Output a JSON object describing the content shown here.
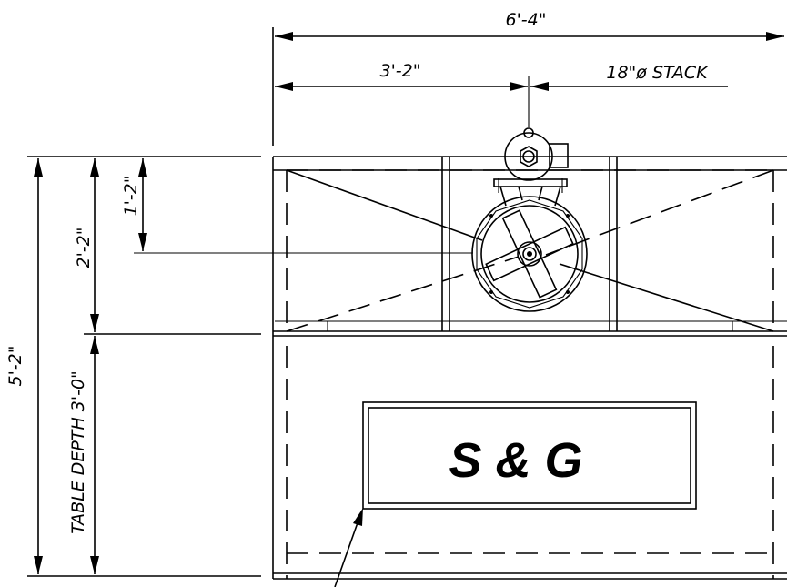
{
  "dimensions": {
    "overall_width": "6'-4\"",
    "half_width": "3'-2\"",
    "stack": "18\"ø STACK",
    "overall_depth": "5'-2\"",
    "hood_depth": "2'-2\"",
    "fan_offset": "1'-2\"",
    "table_depth": "TABLE DEPTH 3'-0\""
  },
  "logo": {
    "text": "S & G"
  }
}
